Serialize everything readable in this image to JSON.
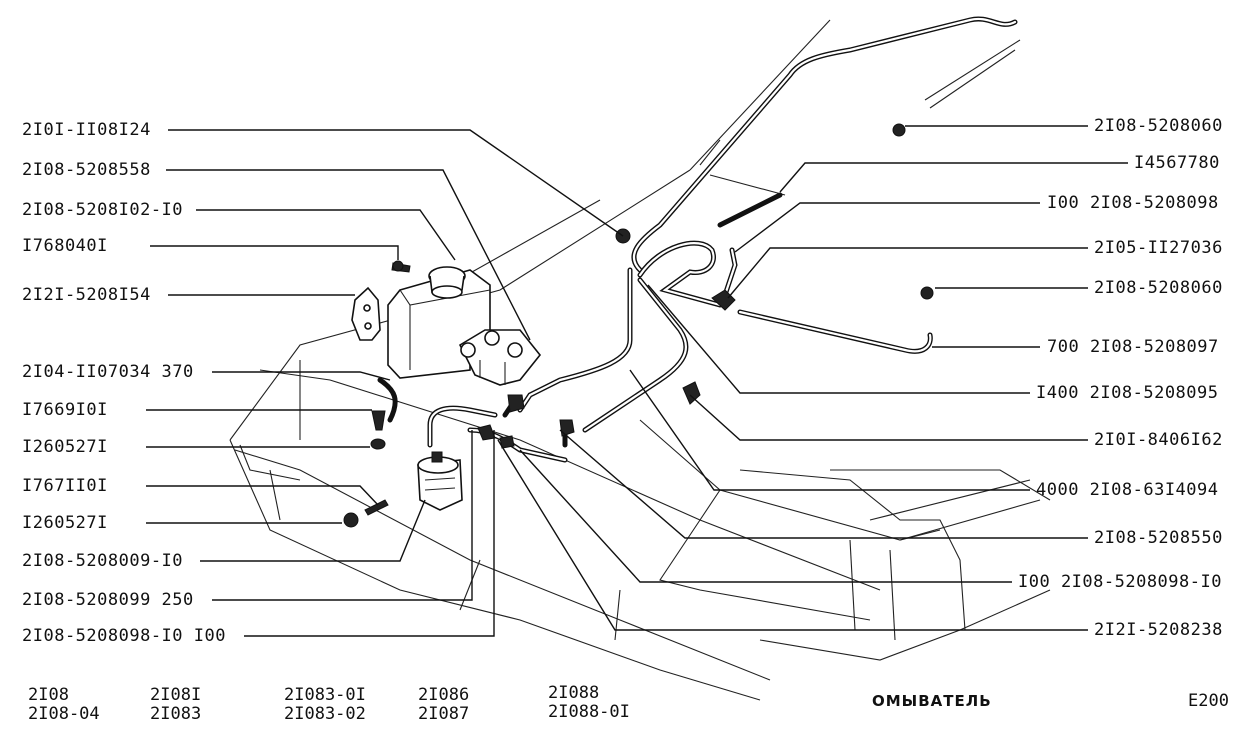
{
  "labels_left": [
    "2I0I-II08I24",
    "2I08-5208558",
    "2I08-5208I02-I0",
    "I768040I",
    "2I2I-5208I54",
    "2I04-II07034 370",
    "I7669I0I",
    "I260527I",
    "I767II0I",
    "I260527I",
    "2I08-5208009-I0",
    "2I08-5208099 250",
    "2I08-5208098-I0 I00"
  ],
  "labels_right": [
    "2I08-5208060",
    "I4567780",
    "I00 2I08-5208098",
    "2I05-II27036",
    "2I08-5208060",
    "700 2I08-5208097",
    "I400 2I08-5208095",
    "2I0I-8406I62",
    "4000 2I08-63I4094",
    "2I08-5208550",
    "I00 2I08-5208098-I0",
    "2I2I-5208238"
  ],
  "footer": {
    "models": [
      {
        "line1": "2I08",
        "line2": "2I08-04"
      },
      {
        "line1": "2I08I",
        "line2": "2I083"
      },
      {
        "line1": "2I083-0I",
        "line2": "2I083-02"
      },
      {
        "line1": "2I086",
        "line2": "2I087"
      },
      {
        "line1": "2I088",
        "line2": "2I088-0I"
      }
    ],
    "title": "ОМЫВАТЕЛЬ",
    "code": "E200"
  }
}
